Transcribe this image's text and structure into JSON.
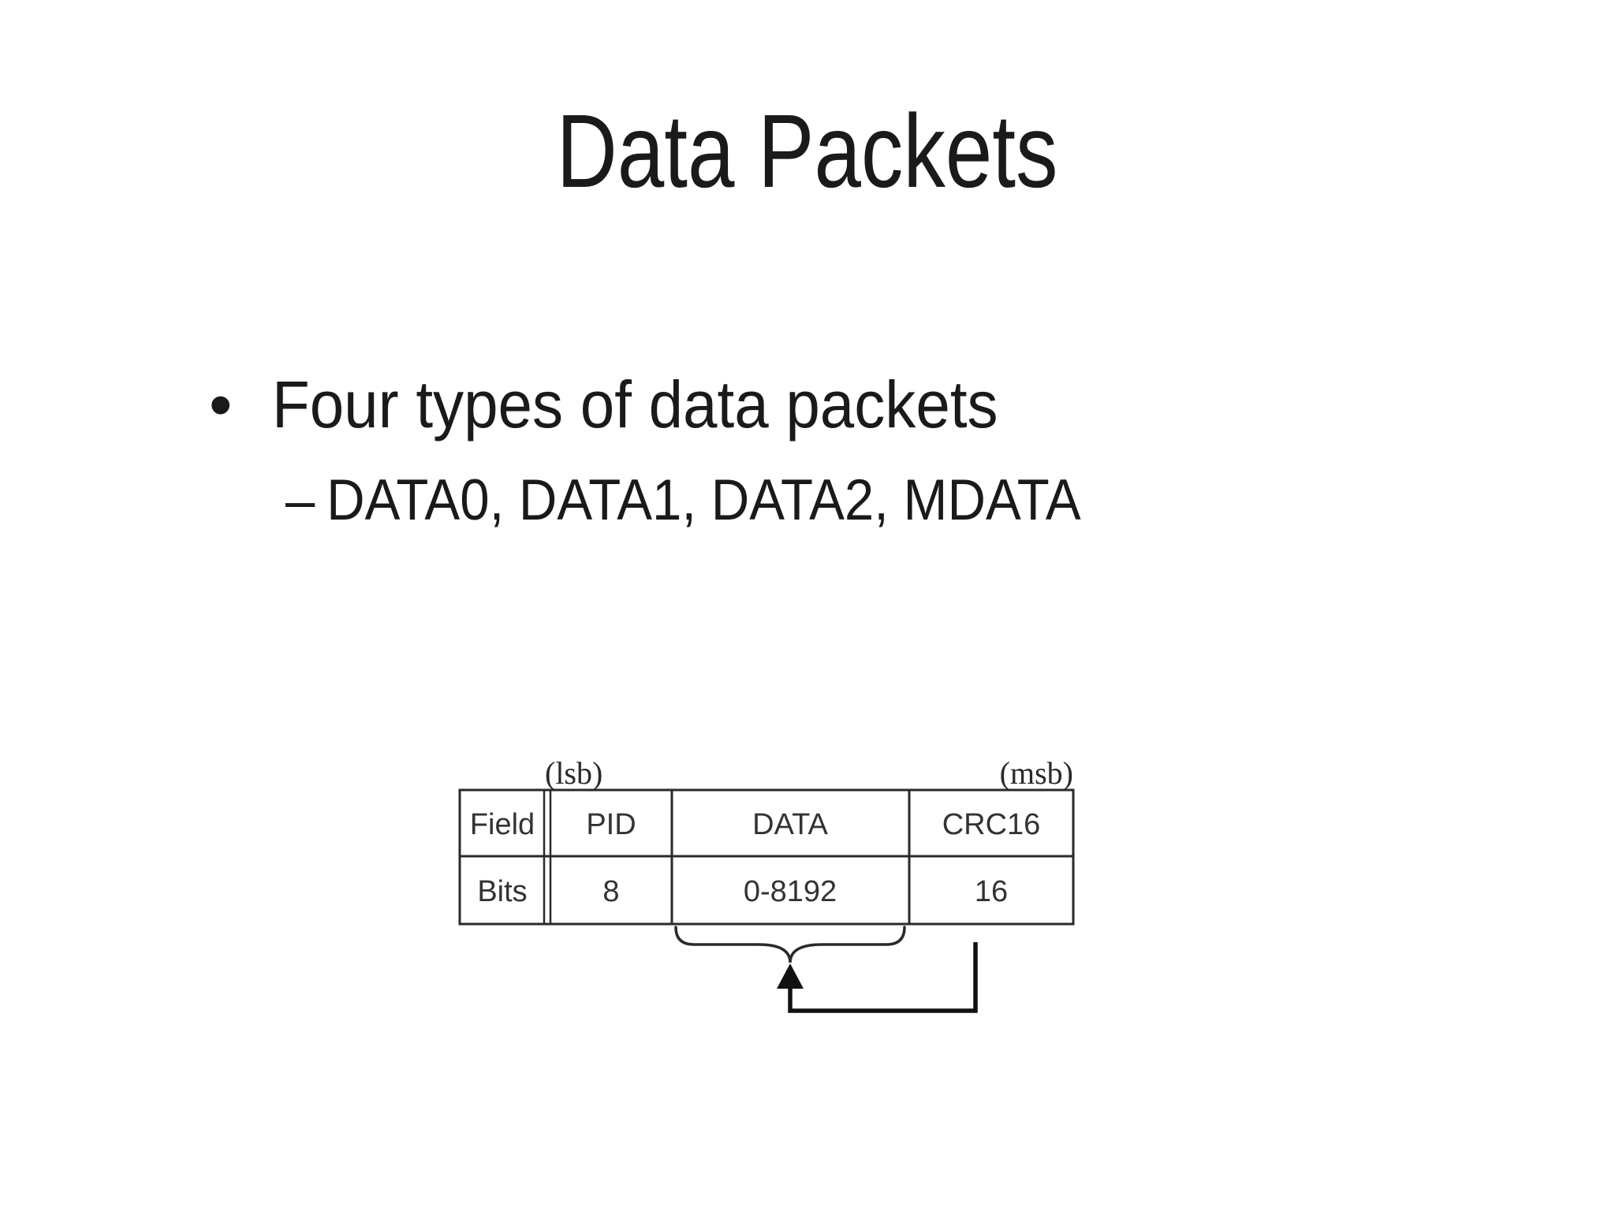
{
  "slide": {
    "title": "Data Packets",
    "bullets": [
      {
        "marker": "•",
        "text": "Four types of data packets",
        "children": [
          {
            "marker": "–",
            "text": "DATA0, DATA1, DATA2, MDATA"
          }
        ]
      }
    ]
  },
  "diagram": {
    "lsb_label": "(lsb)",
    "msb_label": "(msb)",
    "table": {
      "rows": [
        {
          "cells": [
            "Field",
            "PID",
            "DATA",
            "CRC16"
          ]
        },
        {
          "cells": [
            "Bits",
            "8",
            "0-8192",
            "16"
          ]
        }
      ]
    }
  },
  "colors": {
    "background": "#ffffff",
    "text": "#1a1a1a",
    "diagram_ink": "#2a2a2a"
  }
}
